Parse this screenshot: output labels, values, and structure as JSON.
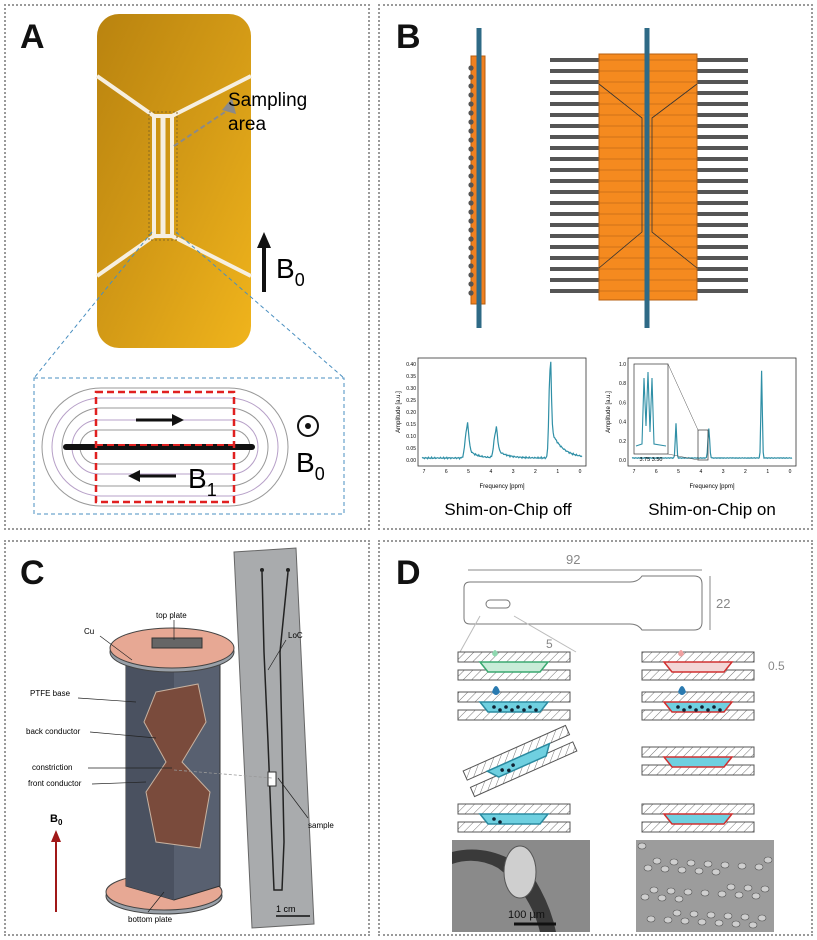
{
  "panels": {
    "A": {
      "letter": "A",
      "sampling_label_line1": "Sampling",
      "sampling_label_line2": "area",
      "b0": "B",
      "b0_sub": "0",
      "b1": "B",
      "b1_sub": "1",
      "b0_inset": "B",
      "b0_inset_sub": "0"
    },
    "B": {
      "letter": "B",
      "caption_off": "Shim-on-Chip off",
      "caption_on": "Shim-on-Chip on",
      "plot_off": {
        "ylabel": "Amplitude [a.u.]",
        "xlabel": "Frequency [ppm]",
        "yticks": [
          "0.00",
          "0.05",
          "0.10",
          "0.15",
          "0.20",
          "0.25",
          "0.30",
          "0.35",
          "0.40"
        ],
        "xticks": [
          "7",
          "6",
          "5",
          "4",
          "3",
          "2",
          "1",
          "0"
        ]
      },
      "plot_on": {
        "ylabel": "Amplitude [a.u.]",
        "xlabel": "Frequency [ppm]",
        "yticks": [
          "0.0",
          "0.2",
          "0.4",
          "0.6",
          "0.8",
          "1.0"
        ],
        "xticks": [
          "7",
          "6",
          "5",
          "4",
          "3",
          "2",
          "1",
          "0"
        ],
        "inset_ticks": "3.75 3.50"
      }
    },
    "C": {
      "letter": "C",
      "labels": {
        "top_plate": "top plate",
        "cu": "Cu",
        "ptfe": "PTFE base",
        "back": "back conductor",
        "constriction": "constriction",
        "front": "front conductor",
        "loc": "LoC",
        "sample": "sample",
        "bottom_plate": "bottom plate",
        "scale": "1 cm",
        "b0": "B",
        "b0_sub": "0"
      }
    },
    "D": {
      "letter": "D",
      "dim_length": "92",
      "dim_width": "22",
      "dim_5": "5",
      "dim_05": "0.5",
      "scale": "100 µm"
    }
  }
}
